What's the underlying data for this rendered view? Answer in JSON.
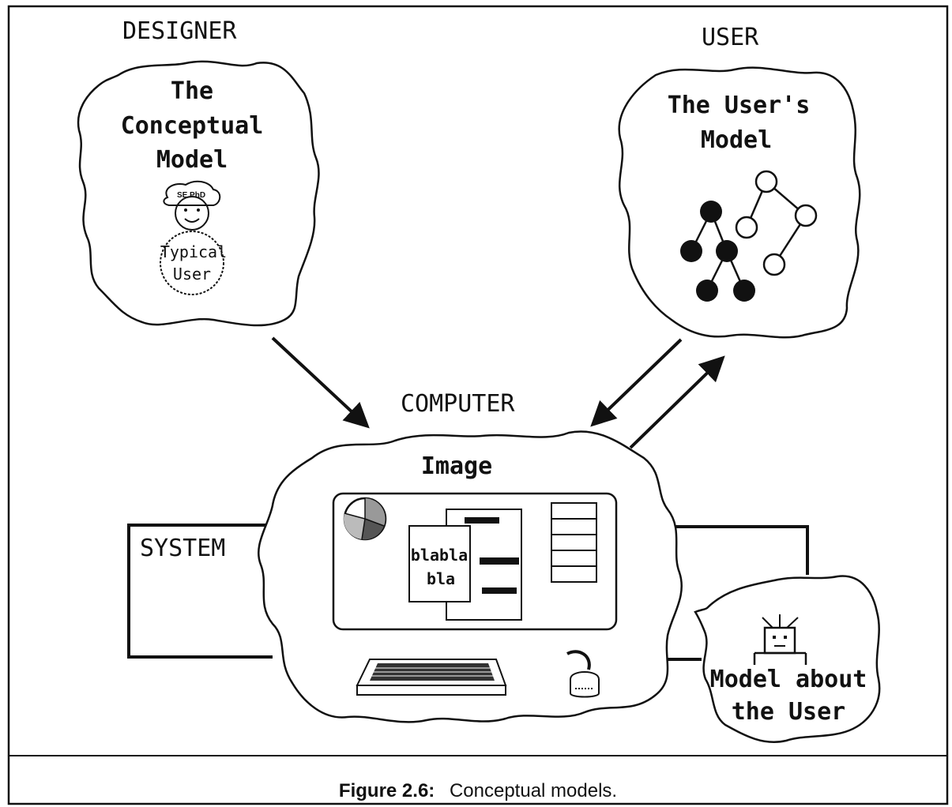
{
  "diagram": {
    "labels": {
      "designer": "DESIGNER",
      "user": "USER",
      "computer": "COMPUTER",
      "system": "SYSTEM"
    },
    "designer_cloud": {
      "title_lines": [
        "The",
        "Conceptual",
        "Model"
      ],
      "figure_hat": "SE PhD",
      "figure_body": [
        "Typical",
        "User"
      ]
    },
    "user_cloud": {
      "title_lines": [
        "The User's",
        "Model"
      ]
    },
    "computer_cloud": {
      "title": "Image",
      "doc_text": [
        "blabla",
        "bla"
      ]
    },
    "user_model_cloud": {
      "title_lines": [
        "Model about",
        "the User"
      ]
    },
    "caption": {
      "label": "Figure 2.6:",
      "text": "Conceptual models."
    }
  },
  "colors": {
    "ink": "#111111",
    "paper": "#ffffff"
  }
}
